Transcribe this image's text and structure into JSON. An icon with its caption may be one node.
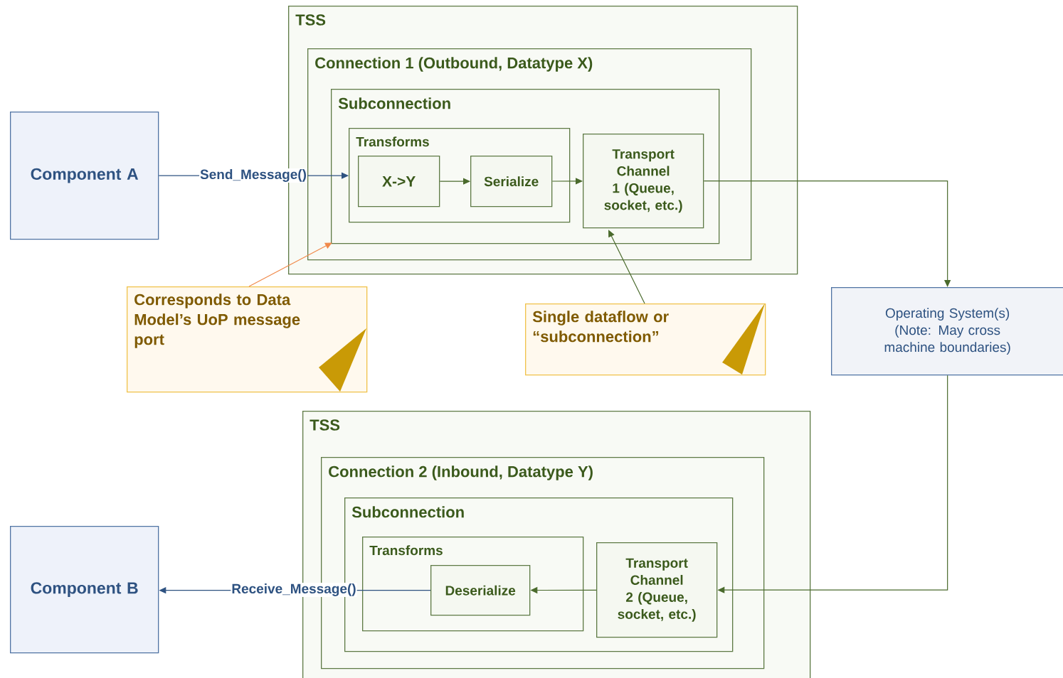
{
  "diagram": {
    "nodes": [
      {
        "text": [
          "Component A"
        ]
      },
      {
        "text": [
          "TSS"
        ]
      },
      {
        "text": [
          "Connection 1 (Outbound, Datatype X)"
        ],
        "in": 1
      },
      {
        "text": [
          "Subconnection"
        ],
        "in": 2
      },
      {
        "text": [
          "Transforms"
        ],
        "in": 3
      },
      {
        "text": [
          "X->Y"
        ],
        "in": 4
      },
      {
        "text": [
          "Serialize"
        ],
        "in": 4
      },
      {
        "text": [
          "Transport Channel 1 (Queue, socket, etc.)"
        ],
        "in": 3
      },
      {
        "text": [
          "Corresponds to Data Model’s UoP message port"
        ]
      },
      {
        "text": [
          "Single dataflow or “subconnection”"
        ]
      },
      {
        "text": [
          "Operating System(s) (Note: May cross machine boundaries)"
        ]
      },
      {
        "text": [
          "Component B"
        ]
      },
      {
        "text": [
          "TSS"
        ]
      },
      {
        "text": [
          "Connection 2 (Inbound, Datatype Y)"
        ],
        "in": 12
      },
      {
        "text": [
          "Subconnection"
        ],
        "in": 13
      },
      {
        "text": [
          "Transforms"
        ],
        "in": 14
      },
      {
        "text": [
          "Deserialize"
        ],
        "in": 15
      },
      {
        "text": [
          "Transport Channel 2 (Queue, socket, etc.)"
        ],
        "in": 14
      }
    ],
    "edges": [
      {
        "from": 0,
        "to": 4,
        "arrow": "to",
        "label": "Send_Message()",
        "color": "#2e5281"
      },
      {
        "from": 5,
        "to": 6,
        "arrow": "to"
      },
      {
        "from": 6,
        "to": 7,
        "arrow": "to"
      },
      {
        "from": 7,
        "to": 10,
        "arrow": "to"
      },
      {
        "from": 8,
        "to": 3,
        "arrow": "to",
        "color": "#f0894a"
      },
      {
        "from": 9,
        "to": 7,
        "arrow": "to"
      },
      {
        "from": 10,
        "to": 17,
        "arrow": "to"
      },
      {
        "from": 17,
        "to": 16,
        "arrow": "to"
      },
      {
        "from": 16,
        "to": 11,
        "arrow": "to",
        "label": "Receive_Message()",
        "color": "#2e5281"
      }
    ]
  }
}
